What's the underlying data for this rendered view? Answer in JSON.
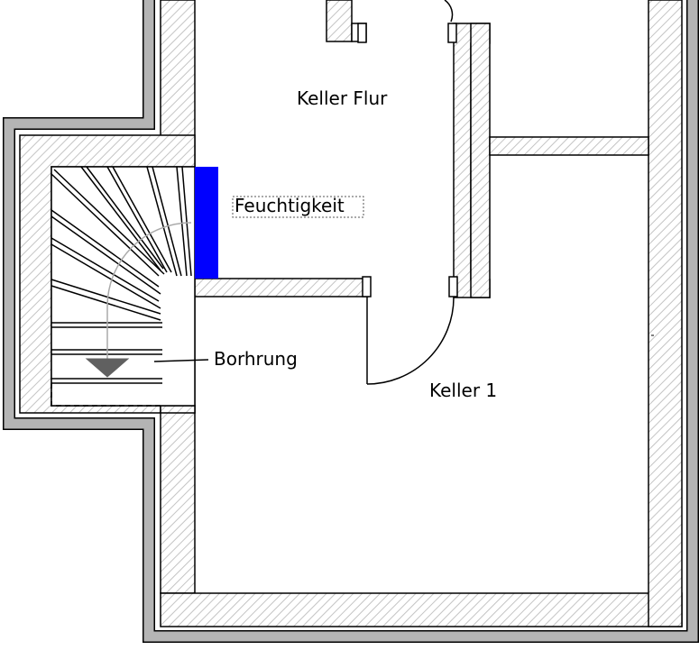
{
  "rooms": {
    "hall": "Keller Flur",
    "room1": "Keller 1"
  },
  "annotations": {
    "moisture": "Feuchtigkeit",
    "drilling": "Borhrung"
  },
  "colors": {
    "moisture_zone": "#0000ff",
    "outer_insulation": "#b4b4b4",
    "wall_hatch": "#c8c8c8"
  }
}
